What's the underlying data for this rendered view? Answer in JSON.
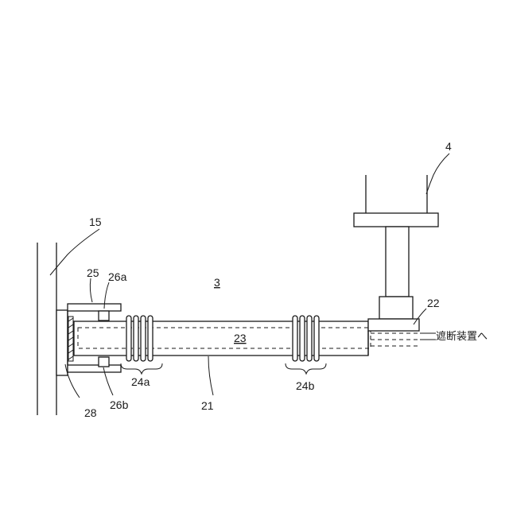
{
  "labels": {
    "ref_4": "4",
    "ref_15": "15",
    "ref_25": "25",
    "ref_26a": "26a",
    "ref_3": "3",
    "ref_22": "22",
    "ref_23": "23",
    "ref_24a": "24a",
    "ref_24b": "24b",
    "ref_28": "28",
    "ref_26b": "26b",
    "ref_21": "21",
    "to_shutoff": "遮断装置へ"
  }
}
